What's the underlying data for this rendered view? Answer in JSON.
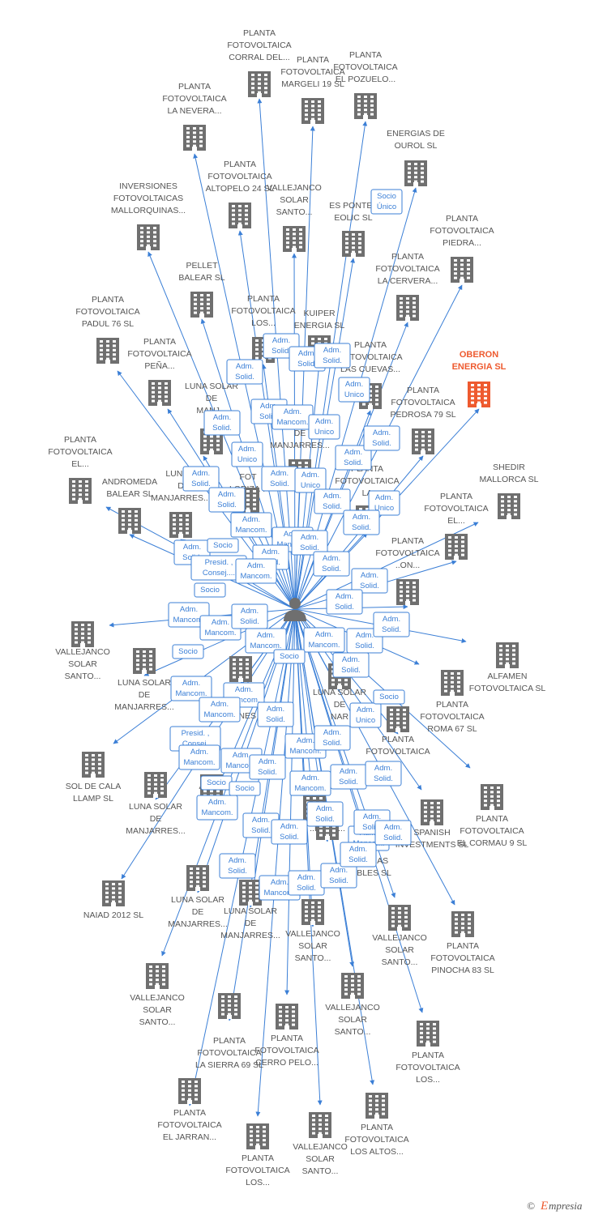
{
  "colors": {
    "edge": "#3b7fd6",
    "building": "#6f6f6f",
    "highlight": "#ee5a2f",
    "badge_border": "#3b7fd6",
    "badge_text": "#3b7fd6",
    "label": "#555555"
  },
  "center": {
    "icon": "person-icon"
  },
  "nodes": [
    {
      "lines": [
        "PLANTA",
        "FOTOVOLTAICA",
        "CORRAL DEL..."
      ]
    },
    {
      "lines": [
        "PLANTA",
        "FOTOVOLTAICA",
        "MARGELI 19 SL"
      ]
    },
    {
      "lines": [
        "PLANTA",
        "FOTOVOLTAICA",
        "EL POZUELO..."
      ]
    },
    {
      "lines": [
        "PLANTA",
        "FOTOVOLTAICA",
        "LA NEVERA..."
      ]
    },
    {
      "lines": [
        "ENERGIAS DE",
        "OUROL SL"
      ]
    },
    {
      "lines": [
        "PLANTA",
        "FOTOVOLTAICA",
        "ALTOPELO 24 SL"
      ]
    },
    {
      "lines": [
        "VALLEJANCO",
        "SOLAR",
        "SANTO..."
      ]
    },
    {
      "lines": [
        "INVERSIONES",
        "FOTOVOLTAICAS",
        "MALLORQUINAS..."
      ]
    },
    {
      "lines": [
        "ES PONTET",
        "EOLIC SL"
      ]
    },
    {
      "lines": [
        "PLANTA",
        "FOTOVOLTAICA",
        "PIEDRA..."
      ]
    },
    {
      "lines": [
        "PELLET",
        "BALEAR SL"
      ]
    },
    {
      "lines": [
        "PLANTA",
        "FOTOVOLTAICA",
        "LA CERVERA..."
      ]
    },
    {
      "lines": [
        "PLANTA",
        "FOTOVOLTAICA",
        "PADUL 76 SL"
      ]
    },
    {
      "lines": [
        "PLANTA",
        "FOTOVOLTAICA",
        "LOS..."
      ]
    },
    {
      "lines": [
        "KUIPER",
        "ENERGIA SL"
      ]
    },
    {
      "lines": [
        "OBERON",
        "ENERGIA SL"
      ],
      "highlight": true
    },
    {
      "lines": [
        "PLANTA",
        "FOTOVOLTAICA",
        "PEÑA..."
      ]
    },
    {
      "lines": [
        "PLANTA",
        "FOTOVOLTAICA",
        "LAS CUEVAS..."
      ]
    },
    {
      "lines": [
        "LUNA SOLAR",
        "DE",
        "MANJ..."
      ]
    },
    {
      "lines": [
        "PLANTA",
        "FOTOVOLTAICA",
        "PEDROSA 79 SL"
      ]
    },
    {
      "lines": [
        "PLANTA",
        "FOTOVOLTAICA",
        "EL..."
      ]
    },
    {
      "lines": [
        "SOLAR",
        "DE",
        "MANJARRES..."
      ]
    },
    {
      "lines": [
        "SHEDIR",
        "MALLORCA SL"
      ]
    },
    {
      "lines": [
        "ANDROMEDA",
        "BALEAR SL"
      ]
    },
    {
      "lines": [
        "LUNA S",
        "D",
        "MANJARRES..."
      ]
    },
    {
      "lines": [
        "FOT",
        "LORIZA 7"
      ]
    },
    {
      "lines": [
        "PLANTA",
        "FOTOVOLTAICA",
        "LA"
      ]
    },
    {
      "lines": [
        "PLANTA",
        "FOTOVOLTAICA",
        "EL..."
      ]
    },
    {
      "lines": [
        "PLANTA",
        "FOTOVOLTAICA",
        "..ON..."
      ]
    },
    {
      "lines": [
        "VALLEJANCO",
        "SOLAR",
        "SANTO..."
      ]
    },
    {
      "lines": [
        "LUNA SOLAR",
        "DE",
        "MANJARRES..."
      ]
    },
    {
      "lines": [
        "ALFAMEN",
        "FOTOVOLTAICA SL"
      ]
    },
    {
      "lines": [
        "PLANTA",
        "FOTOVOLTAICA",
        "ROMA 67 SL"
      ]
    },
    {
      "lines": [
        "LUNA SOLAR",
        "DE",
        "NAR"
      ]
    },
    {
      "lines": [
        "COMUNES LA"
      ]
    },
    {
      "lines": [
        "PLANTA",
        "FOTOVOLTAICA"
      ]
    },
    {
      "lines": [
        "SOL DE CALA",
        "LLAMP SL"
      ]
    },
    {
      "lines": [
        "LUNA SOLAR",
        "DE",
        "MANJARRES..."
      ]
    },
    {
      "lines": [
        "AGRO",
        "SER",
        "CON"
      ]
    },
    {
      "lines": [
        "PLANTA",
        "FOTOVOLTAICA",
        "EL CORMAU 9 SL"
      ]
    },
    {
      "lines": [
        "SPANISH",
        "INVESTMENTS SL"
      ]
    },
    {
      "lines": [
        "LUN"
      ]
    },
    {
      "lines": [
        "..RRES..."
      ]
    },
    {
      "lines": [
        "ENERGIAS",
        "..VABLES SL"
      ]
    },
    {
      "lines": [
        "NAIAD 2012 SL"
      ]
    },
    {
      "lines": [
        "LUNA SOLAR",
        "DE",
        "MANJARRES..."
      ]
    },
    {
      "lines": [
        "LUNA SOLAR",
        "DE",
        "MANJARRES..."
      ]
    },
    {
      "lines": [
        "VALLEJANCO",
        "SOLAR",
        "SANTO..."
      ]
    },
    {
      "lines": [
        "VALLEJANCO",
        "SOLAR",
        "SANTO..."
      ]
    },
    {
      "lines": [
        "PLANTA",
        "FOTOVOLTAICA",
        "PINOCHA 83 SL"
      ]
    },
    {
      "lines": [
        "VALLEJANCO",
        "SOLAR",
        "SANTO..."
      ]
    },
    {
      "lines": [
        "PLANTA",
        "FOTOVOLTAICA",
        "LA SIERRA 69 SL"
      ]
    },
    {
      "lines": [
        "PLANTA",
        "FOTOVOLTAICA",
        "CERRO PELO..."
      ]
    },
    {
      "lines": [
        "VALLEJANCO",
        "SOLAR",
        "SANTO..."
      ]
    },
    {
      "lines": [
        "PLANTA",
        "FOTOVOLTAICA",
        "LOS..."
      ]
    },
    {
      "lines": [
        "PLANTA",
        "FOTOVOLTAICA",
        "EL JARRAN..."
      ]
    },
    {
      "lines": [
        "PLANTA",
        "FOTOVOLTAICA",
        "LOS ALTOS..."
      ]
    },
    {
      "lines": [
        "PLANTA",
        "FOTOVOLTAICA",
        "LOS..."
      ]
    },
    {
      "lines": [
        "VALLEJANCO",
        "SOLAR",
        "SANTO..."
      ]
    }
  ],
  "badges": [
    {
      "lines": [
        "Socio",
        "Único"
      ]
    },
    {
      "lines": [
        "Adm.",
        "Solid."
      ]
    },
    {
      "lines": [
        "Adm.",
        "Solid."
      ]
    },
    {
      "lines": [
        "Adm.",
        "Solid."
      ]
    },
    {
      "lines": [
        "Adm.",
        "Solid."
      ]
    },
    {
      "lines": [
        "Adm.",
        "Unico"
      ]
    },
    {
      "lines": [
        "Adm.",
        "Solid."
      ]
    },
    {
      "lines": [
        "Adm.",
        "Solid."
      ]
    },
    {
      "lines": [
        "Adm.",
        "Mancom."
      ]
    },
    {
      "lines": [
        "Adm.",
        "Unico"
      ]
    },
    {
      "lines": [
        "Adm.",
        "Unico"
      ]
    },
    {
      "lines": [
        "Adm.",
        "Solid."
      ]
    },
    {
      "lines": [
        "Adm.",
        "Solid."
      ]
    },
    {
      "lines": [
        "Adm.",
        "Solid."
      ]
    },
    {
      "lines": [
        "Adm.",
        "Solid."
      ]
    },
    {
      "lines": [
        "Adm.",
        "Unico"
      ]
    },
    {
      "lines": [
        "Adm.",
        "Solid."
      ]
    },
    {
      "lines": [
        "Adm.",
        "Solid."
      ]
    },
    {
      "lines": [
        "Adm.",
        "Unico"
      ]
    },
    {
      "lines": [
        "Adm.",
        "Solid."
      ]
    },
    {
      "lines": [
        "Adm.",
        "Mancom."
      ]
    },
    {
      "lines": [
        "Adm.",
        "Mancom."
      ]
    },
    {
      "lines": [
        "Adm.",
        "Solid."
      ]
    },
    {
      "lines": [
        "Adm.",
        "Solid."
      ]
    },
    {
      "lines": [
        "Adm.",
        "Solid."
      ]
    },
    {
      "lines": [
        "Adm.",
        "Solid."
      ]
    },
    {
      "lines": [
        "Socio"
      ]
    },
    {
      "lines": [
        "Presid. ,",
        "Consej...."
      ]
    },
    {
      "lines": [
        "Adm.",
        "Mancom."
      ]
    },
    {
      "lines": [
        "Adm.",
        "Solid."
      ]
    },
    {
      "lines": [
        "Adm.",
        "Solid."
      ]
    },
    {
      "lines": [
        "Socio"
      ]
    },
    {
      "lines": [
        "Adm.",
        "Mancom."
      ]
    },
    {
      "lines": [
        "Adm.",
        "Mancom."
      ]
    },
    {
      "lines": [
        "Adm.",
        "Solid."
      ]
    },
    {
      "lines": [
        "Adm.",
        "Mancom."
      ]
    },
    {
      "lines": [
        "Adm.",
        "Mancom."
      ]
    },
    {
      "lines": [
        "Adm.",
        "Solid."
      ]
    },
    {
      "lines": [
        "Adm.",
        "Solid."
      ]
    },
    {
      "lines": [
        "Socio"
      ]
    },
    {
      "lines": [
        "Socio"
      ]
    },
    {
      "lines": [
        "Adm.",
        "Mancom."
      ]
    },
    {
      "lines": [
        "Adm.",
        "Mancom."
      ]
    },
    {
      "lines": [
        "Adm.",
        "Solid."
      ]
    },
    {
      "lines": [
        "Adm.",
        "Solid."
      ]
    },
    {
      "lines": [
        "Adm.",
        "Mancom."
      ]
    },
    {
      "lines": [
        "Adm.",
        "Unico"
      ]
    },
    {
      "lines": [
        "Socio"
      ]
    },
    {
      "lines": [
        "Presid. ,",
        "Consej."
      ]
    },
    {
      "lines": [
        "Adm.",
        "Mancom."
      ]
    },
    {
      "lines": [
        "Adm.",
        "Mancom."
      ]
    },
    {
      "lines": [
        "Adm.",
        "Solid."
      ]
    },
    {
      "lines": [
        "Adm.",
        "Mancom."
      ]
    },
    {
      "lines": [
        "Adm.",
        "Solid."
      ]
    },
    {
      "lines": [
        "Socio"
      ]
    },
    {
      "lines": [
        "Socio"
      ]
    },
    {
      "lines": [
        "Adm.",
        "Mancom."
      ]
    },
    {
      "lines": [
        "Adm.",
        "Solid."
      ]
    },
    {
      "lines": [
        "Adm.",
        "Solid."
      ]
    },
    {
      "lines": [
        "Adm.",
        "Mancom."
      ]
    },
    {
      "lines": [
        "Adm.",
        "Solid."
      ]
    },
    {
      "lines": [
        "Adm.",
        "Solid."
      ]
    },
    {
      "lines": [
        "Adm.",
        "Solid."
      ]
    },
    {
      "lines": [
        "Adm.",
        "Mancom."
      ]
    },
    {
      "lines": [
        "Adm.",
        "Solid."
      ]
    },
    {
      "lines": [
        "Adm.",
        "Mancom."
      ]
    },
    {
      "lines": [
        "Adm.",
        "Solid."
      ]
    },
    {
      "lines": [
        "Adm.",
        "Solid."
      ]
    },
    {
      "lines": [
        "Adm.",
        "Solid."
      ]
    },
    {
      "lines": [
        "Adm.",
        "Solid."
      ]
    },
    {
      "lines": [
        "Adm.",
        "Solid."
      ]
    }
  ],
  "footer": {
    "copyright": "©",
    "brand_initial": "E",
    "brand_rest": "mpresia"
  }
}
